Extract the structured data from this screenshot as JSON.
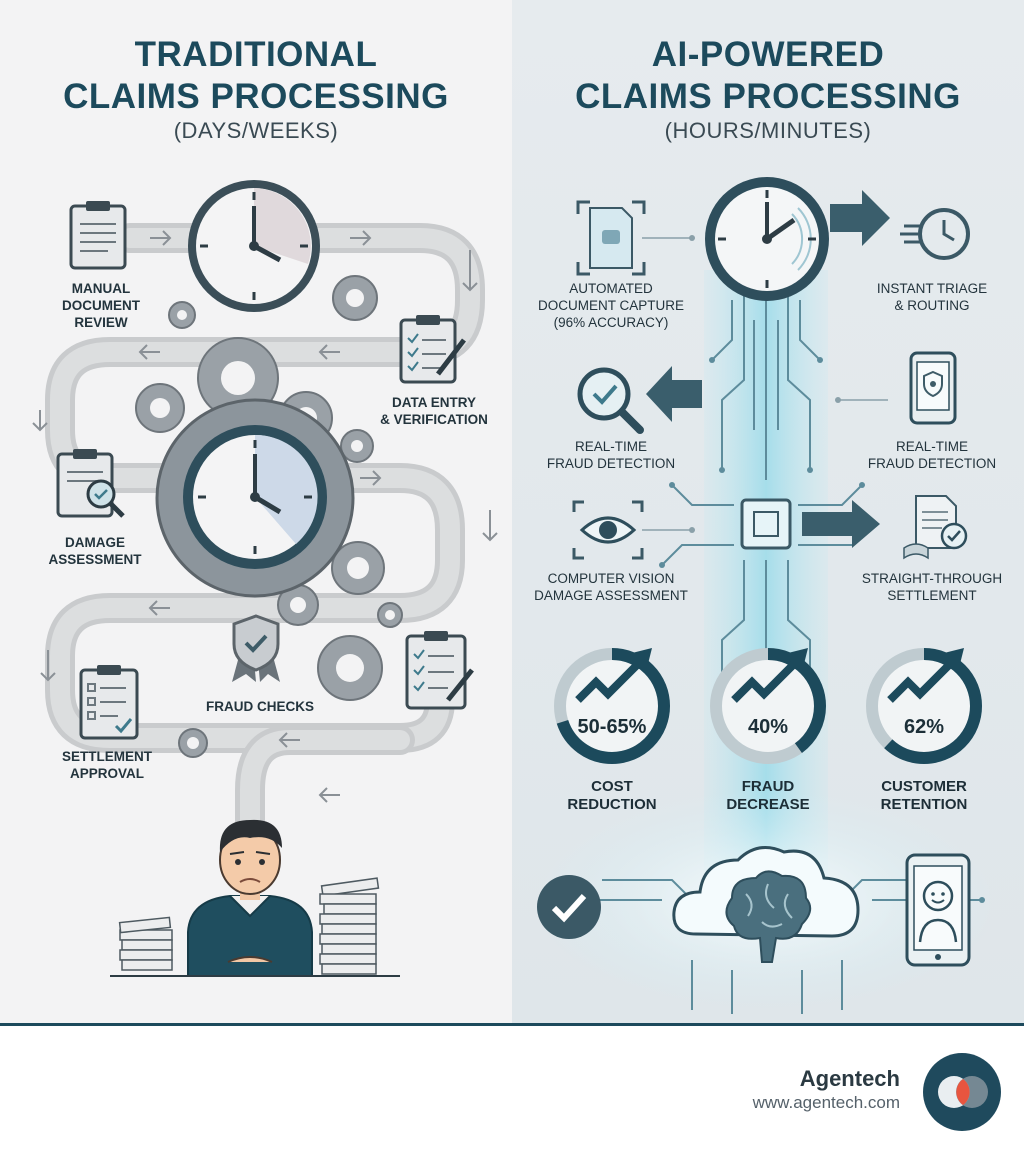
{
  "left": {
    "title": "TRADITIONAL\nCLAIMS PROCESSING",
    "subtitle": "(DAYS/WEEKS)",
    "steps": [
      "MANUAL\nDOCUMENT\nREVIEW",
      "DATA ENTRY\n& VERIFICATION",
      "DAMAGE\nASSESSMENT",
      "FRAUD CHECKS",
      "SETTLEMENT\nAPPROVAL"
    ]
  },
  "right": {
    "title": "AI-POWERED\nCLAIMS PROCESSING",
    "subtitle": "(HOURS/MINUTES)",
    "features": [
      "AUTOMATED\nDOCUMENT CAPTURE\n(96% ACCURACY)",
      "INSTANT TRIAGE\n& ROUTING",
      "REAL-TIME\nFRAUD DETECTION",
      "REAL-TIME\nFRAUD DETECTION",
      "COMPUTER VISION\nDAMAGE ASSESSMENT",
      "STRAIGHT-THROUGH\nSETTLEMENT"
    ],
    "stats": [
      {
        "value": "50-65%",
        "label": "COST\nREDUCTION",
        "fill": 0.7
      },
      {
        "value": "40%",
        "label": "FRAUD\nDECREASE",
        "fill": 0.4
      },
      {
        "value": "62%",
        "label": "CUSTOMER\nRETENTION",
        "fill": 0.62
      }
    ]
  },
  "footer": {
    "brand": "Agentech",
    "url": "www.agentech.com"
  },
  "colors": {
    "primary": "#1c4a5c",
    "accent": "#3e7a8c",
    "glow": "#8fd6e6",
    "logo_red": "#e8553f"
  }
}
